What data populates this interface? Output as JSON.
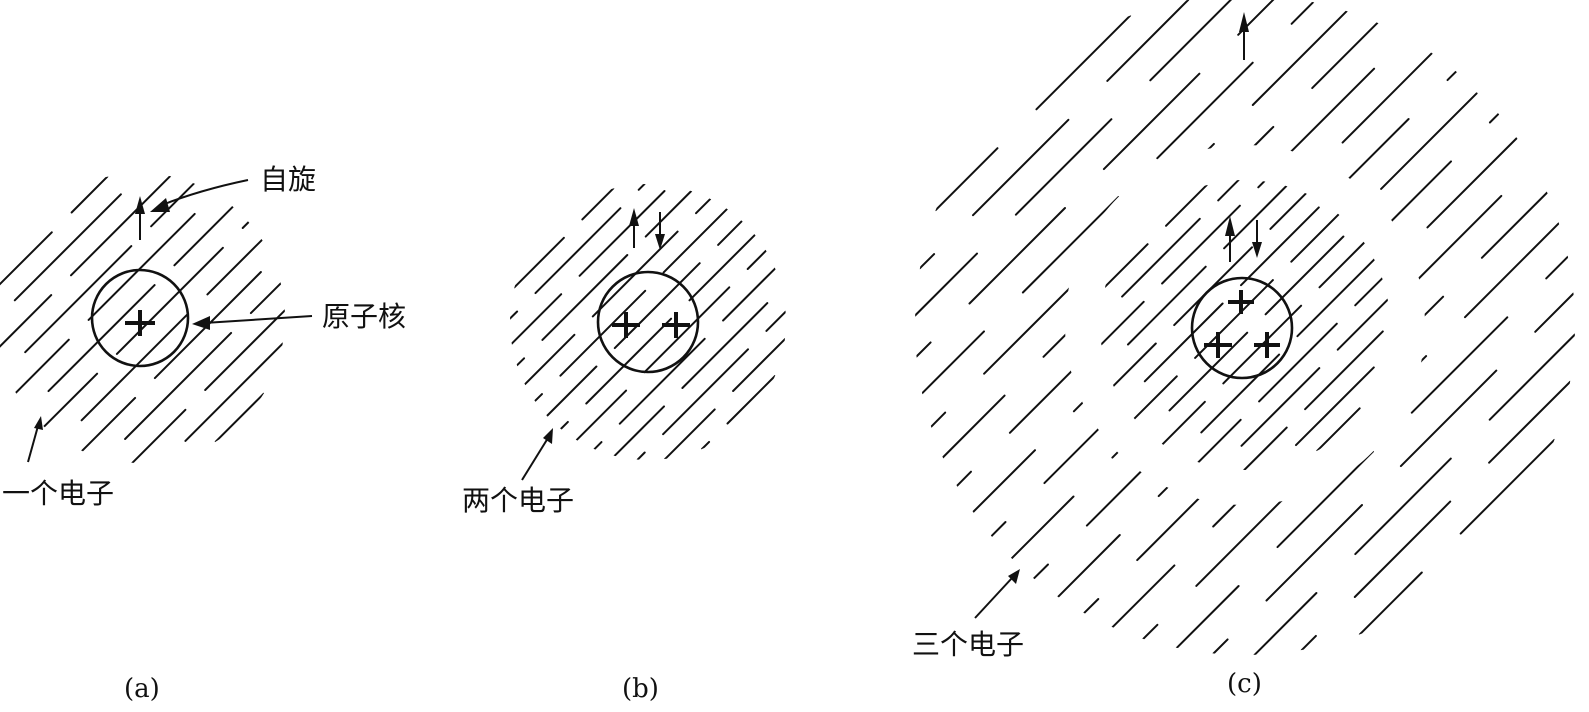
{
  "panels": [
    {
      "id": "a",
      "caption": "(a)",
      "electron_label": "一个电子",
      "spin_label": "自旋",
      "nucleus_label": "原子核",
      "protons": 1,
      "electrons": 1
    },
    {
      "id": "b",
      "caption": "(b)",
      "electron_label": "两个电子",
      "protons": 2,
      "electrons": 2
    },
    {
      "id": "c",
      "caption": "(c)",
      "electron_label": "三个电子",
      "protons": 3,
      "electrons": 3
    }
  ],
  "colors": {
    "ink": "#111111",
    "background": "#ffffff"
  }
}
